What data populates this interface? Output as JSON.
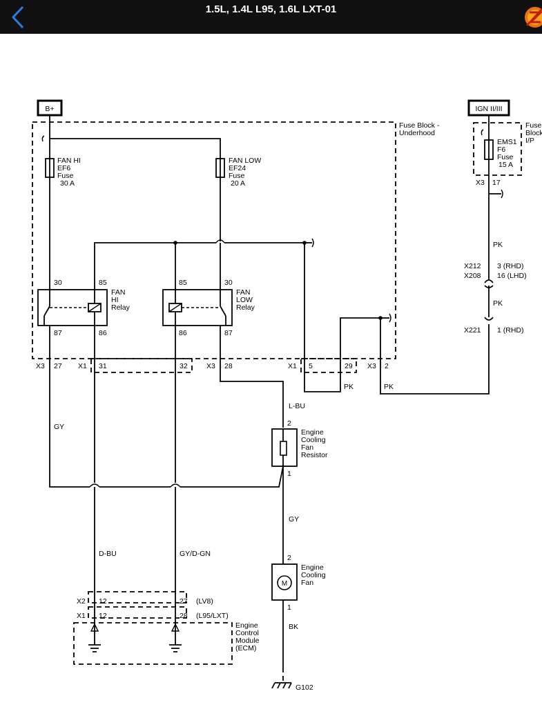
{
  "header": {
    "title": "1.5L, 1.4L L95, 1.6L LXT-01"
  },
  "diagram": {
    "power_bplus": "B+",
    "power_ign": "IGN II/III",
    "fuse_block_underhood": [
      "Fuse Block -",
      "Underhood"
    ],
    "fuse_block_ip": [
      "Fuse",
      "Block -",
      "I/P"
    ],
    "fuse_fan_hi": [
      "FAN HI",
      "EF6",
      "Fuse",
      "30 A"
    ],
    "fuse_fan_low": [
      "FAN LOW",
      "EF24",
      "Fuse",
      "20 A"
    ],
    "fuse_ems1": [
      "EMS1",
      "F6",
      "Fuse",
      "15 A"
    ],
    "relay_hi": [
      "FAN",
      "HI",
      "Relay"
    ],
    "relay_low": [
      "FAN",
      "LOW",
      "Relay"
    ],
    "pins": {
      "hi_30": "30",
      "hi_85": "85",
      "hi_87": "87",
      "hi_86": "86",
      "low_85": "85",
      "low_30": "30",
      "low_86": "86",
      "low_87": "87"
    },
    "connectors": {
      "x3_27": [
        "X3",
        "27"
      ],
      "x1_31": [
        "X1",
        "31"
      ],
      "c_32": "32",
      "x3_28": [
        "X3",
        "28"
      ],
      "x1_5": [
        "X1",
        "5"
      ],
      "c_29": "29",
      "x3_2": [
        "X3",
        "2"
      ],
      "x3_17": [
        "X3",
        "17"
      ],
      "x212": [
        "X212",
        "3 (RHD)"
      ],
      "x208": [
        "X208",
        "16 (LHD)"
      ],
      "x221": [
        "X221",
        "1 (RHD)"
      ],
      "x2_ecm": [
        "X2",
        "12",
        "27",
        "(LV8)"
      ],
      "x1_ecm": [
        "X1",
        "12",
        "28",
        "(L95/LXT)"
      ]
    },
    "wires": {
      "pk_1": "PK",
      "pk_2": "PK",
      "pk_3": "PK",
      "pk_4": "PK",
      "gy_1": "GY",
      "gy_2": "GY",
      "lbu": "L-BU",
      "dbu": "D-BU",
      "gydgn": "GY/D-GN",
      "bk": "BK"
    },
    "resistor": [
      "Engine",
      "Cooling",
      "Fan",
      "Resistor"
    ],
    "resistor_pins": [
      "2",
      "1"
    ],
    "fan": [
      "Engine",
      "Cooling",
      "Fan"
    ],
    "fan_pins": [
      "2",
      "1"
    ],
    "motor_symbol": "M",
    "ecm": [
      "Engine",
      "Control",
      "Module",
      "(ECM)"
    ],
    "ground": "G102"
  }
}
